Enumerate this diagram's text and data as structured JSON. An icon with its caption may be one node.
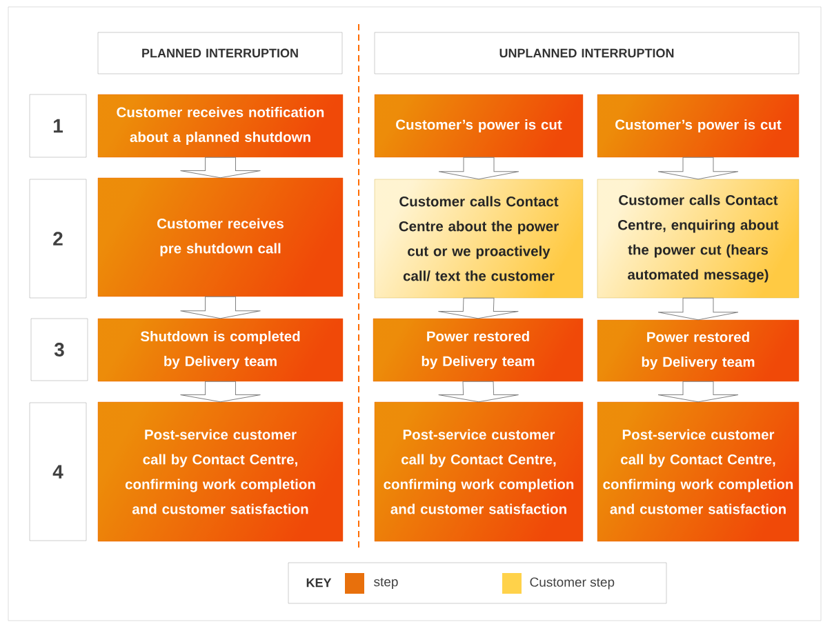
{
  "diagram": {
    "nodes": [
      {
        "text": [
          "PLANNED INTERRUPTION"
        ]
      },
      {
        "text": [
          "UNPLANNED INTERRUPTION"
        ]
      },
      {
        "text": [
          "1"
        ]
      },
      {
        "text": [
          "Customer receives notification about a planned shutdown"
        ]
      },
      {
        "text": [
          "Customer’s power is cut"
        ]
      },
      {
        "text": [
          "Customer’s power is cut"
        ]
      },
      {
        "text": [
          "2"
        ]
      },
      {
        "text": [
          "Customer  receives  pre shutdown call"
        ]
      },
      {
        "text": [
          "Customer calls Contact Centre about the power cut or we proactively call/ text  the customer"
        ]
      },
      {
        "text": [
          "Customer calls Contact Centre, enquiring about the power cut (hears automated message)"
        ]
      },
      {
        "text": [
          "3"
        ]
      },
      {
        "text": [
          "Shutdown is completed by Delivery team"
        ]
      },
      {
        "text": [
          "Power restored by Delivery team"
        ]
      },
      {
        "text": [
          "Power restored by Delivery team"
        ]
      },
      {
        "text": [
          "4"
        ]
      },
      {
        "text": [
          "Post-service customer call by Contact Centre, confirming work completion and customer satisfaction"
        ]
      },
      {
        "text": [
          "Post-service customer call by Contact Centre, confirming work completion and customer satisfaction"
        ]
      },
      {
        "text": [
          "Post-service customer call by Contact Centre, confirming work completion and customer satisfaction"
        ]
      }
    ],
    "edges": [
      {
        "from": 3,
        "to": 7,
        "arrow": "to"
      },
      {
        "from": 7,
        "to": 11,
        "arrow": "to"
      },
      {
        "from": 11,
        "to": 15,
        "arrow": "to"
      },
      {
        "from": 4,
        "to": 8,
        "arrow": "to"
      },
      {
        "from": 8,
        "to": 12,
        "arrow": "to"
      },
      {
        "from": 12,
        "to": 16,
        "arrow": "to"
      },
      {
        "from": 5,
        "to": 9,
        "arrow": "to"
      },
      {
        "from": 9,
        "to": 13,
        "arrow": "to"
      },
      {
        "from": 13,
        "to": 17,
        "arrow": "to"
      }
    ],
    "labels": [
      "KEY"
    ],
    "legend": [
      {
        "text": "step",
        "color": "#e8700c"
      },
      {
        "text": "Customer step",
        "color": "#ffd24a"
      }
    ]
  }
}
